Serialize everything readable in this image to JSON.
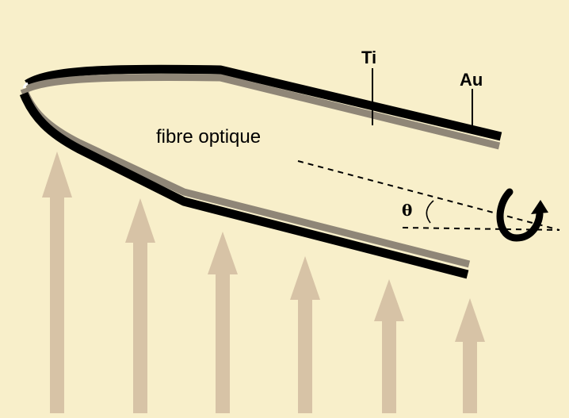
{
  "labels": {
    "fiber": "fibre optique",
    "inner_coating": "Ti",
    "outer_coating": "Au",
    "angle": "θ"
  },
  "colors": {
    "background": "#f8efca",
    "light_arrows": "#d7c3a6",
    "gold_layer": "#000000",
    "titanium_layer": "#8f8677",
    "rotation_arrow": "#000000"
  },
  "icons": {
    "rotation": "curved-rotation-arrow-icon",
    "light": "upward-arrow-icon"
  }
}
